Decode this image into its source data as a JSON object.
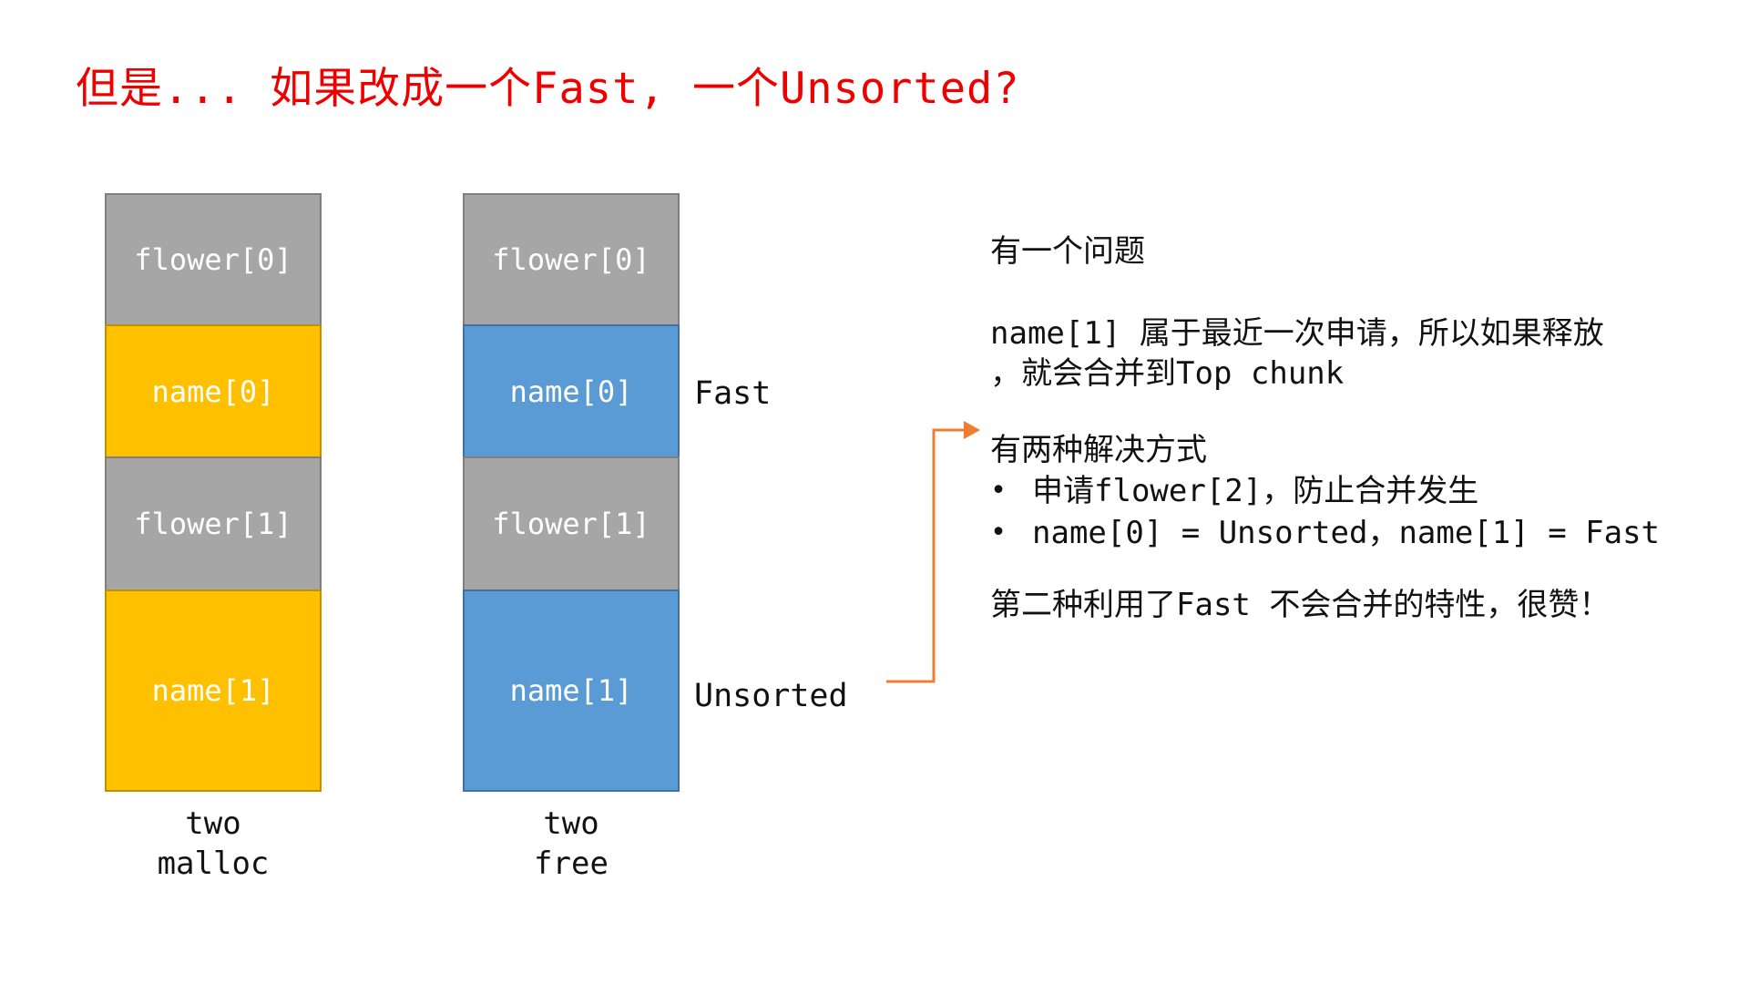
{
  "slide": {
    "title": "但是... 如果改成一个Fast, 一个Unsorted?",
    "colors": {
      "title_red": "#ee0000",
      "gray_fill": "#a6a6a6",
      "gray_border": "#7f7f7f",
      "yellow_fill": "#ffc000",
      "yellow_border": "#bf9000",
      "blue_fill": "#5b9bd5",
      "blue_border": "#41719c",
      "arrow_orange": "#ed7d31",
      "label_text_white": "#ffffff",
      "body_text_black": "#111111"
    }
  },
  "diagram": {
    "malloc_column": {
      "caption_line1": "two",
      "caption_line2": "malloc",
      "blocks": [
        {
          "label": "flower[0]",
          "state": "allocated-gray"
        },
        {
          "label": "name[0]",
          "state": "allocated-yellow"
        },
        {
          "label": "flower[1]",
          "state": "allocated-gray"
        },
        {
          "label": "name[1]",
          "state": "allocated-yellow"
        }
      ]
    },
    "free_column": {
      "caption_line1": "two",
      "caption_line2": "free",
      "blocks": [
        {
          "label": "flower[0]",
          "state": "allocated-gray"
        },
        {
          "label": "name[0]",
          "state": "freed-blue"
        },
        {
          "label": "flower[1]",
          "state": "allocated-gray"
        },
        {
          "label": "name[1]",
          "state": "freed-blue"
        }
      ]
    },
    "bin_labels": {
      "fast": "Fast",
      "unsorted": "Unsorted"
    },
    "arrow": {
      "meaning": "elbow connector from Unsorted label to solutions text",
      "color": "#ed7d31"
    }
  },
  "notes": {
    "problem_heading": "有一个问题",
    "problem_line1": "name[1] 属于最近一次申请，所以如果释放",
    "problem_line2": "，就会合并到Top chunk",
    "solutions_heading": "有两种解决方式",
    "bullet_char": "•",
    "bullet1": "申请flower[2]，防止合并发生",
    "bullet2": "name[0] = Unsorted，name[1] = Fast",
    "conclusion": "第二种利用了Fast 不会合并的特性，很赞！"
  }
}
